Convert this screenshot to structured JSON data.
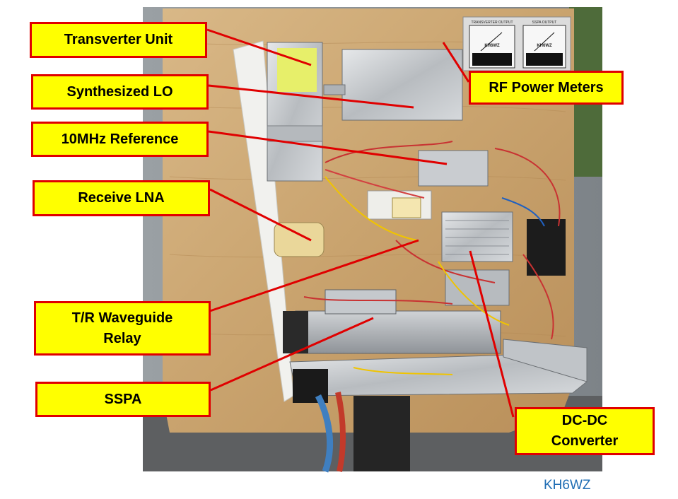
{
  "labels": {
    "transverter_unit": "Transverter Unit",
    "synthesized_lo": "Synthesized LO",
    "reference_10mhz": "10MHz Reference",
    "receive_lna": "Receive LNA",
    "tr_waveguide_relay": "T/R Waveguide\nRelay",
    "sspa": "SSPA",
    "rf_power_meters": "RF Power Meters",
    "dc_dc_converter": "DC-DC\nConverter"
  },
  "meter_labels": {
    "left_title": "TRANSVERTER OUTPUT",
    "right_title": "SSPA OUTPUT",
    "left_callsign": "KH6WZ",
    "right_callsign": "KH6WZ"
  },
  "credit": "KH6WZ",
  "colors": {
    "label_fill": "#ffff00",
    "label_border": "#e00000",
    "pointer_line": "#e00000",
    "credit_text": "#1f6db4"
  }
}
